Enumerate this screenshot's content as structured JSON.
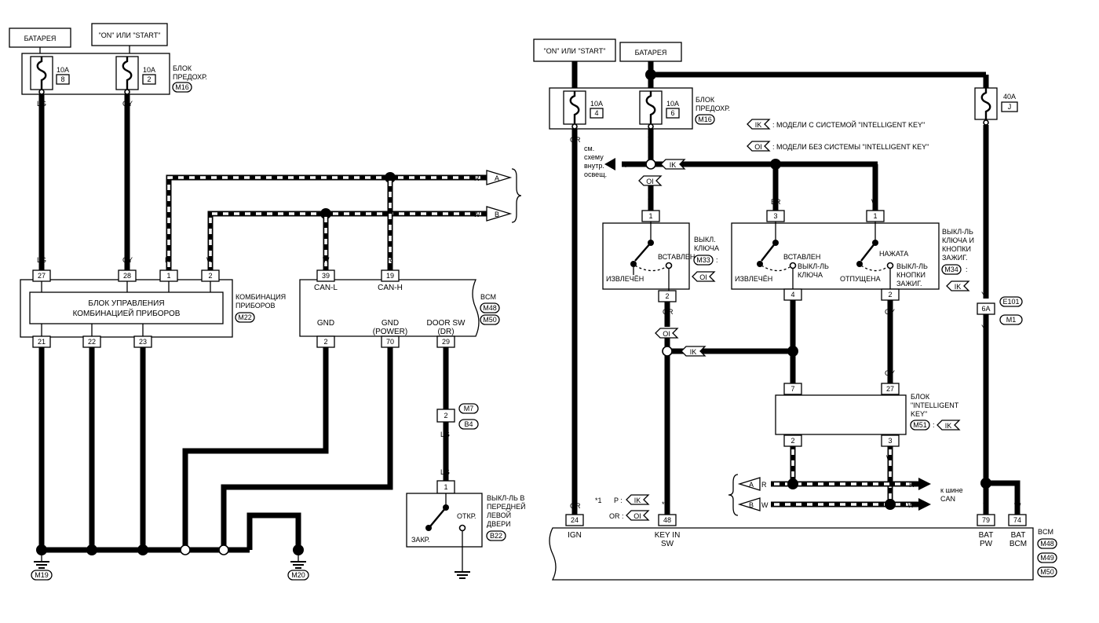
{
  "left": {
    "battery": "БАТАРЕЯ",
    "on_start": "\"ON\" ИЛИ \"START\"",
    "fuse_block": [
      "БЛОК",
      "ПРЕДОХР."
    ],
    "fuse_block_conn": "M16",
    "fuses": [
      {
        "rating": "10A",
        "num": "8"
      },
      {
        "rating": "10A",
        "num": "2"
      }
    ],
    "wires": {
      "lg": "LG",
      "gy": "GY",
      "r": "R",
      "w": "W",
      "b": "B",
      "l": "L"
    },
    "cluster_pins_top": [
      "27",
      "28",
      "1",
      "2"
    ],
    "cluster_pins_bottom": [
      "21",
      "22",
      "23"
    ],
    "cluster_unit": [
      "БЛОК УПРАВЛЕНИЯ",
      "КОМБИНАЦИЕЙ ПРИБОРОВ"
    ],
    "cluster_label": [
      "КОМБИНАЦИЯ",
      "ПРИБОРОВ"
    ],
    "cluster_conn": "M22",
    "bus_a": "A",
    "bus_b": "B",
    "bcm_pins_top": [
      "39",
      "19"
    ],
    "bcm_top_labels": [
      "CAN-L",
      "CAN-H"
    ],
    "bcm_pins_bottom": [
      "2",
      "70",
      "29"
    ],
    "bcm_bottom_labels": [
      "GND",
      "GND",
      "(POWER)",
      "DOOR SW",
      "(DR)"
    ],
    "bcm_label": "BCM",
    "bcm_conns": [
      "M48",
      "M50"
    ],
    "door_conn_pin": "2",
    "door_conns": [
      "M7",
      "B4"
    ],
    "door_switch_pin": "1",
    "door_switch_label": [
      "ВЫКЛ-ЛЬ В",
      "ПЕРЕДНЕЙ",
      "ЛЕВОЙ",
      "ДВЕРИ"
    ],
    "door_switch_conn": "B22",
    "door_open": "ОТКР.",
    "door_closed": "ЗАКР.",
    "grounds": [
      "M19",
      "M20"
    ]
  },
  "right": {
    "on_start": "\"ON\" ИЛИ \"START\"",
    "battery": "БАТАРЕЯ",
    "fuse_block": [
      "БЛОК",
      "ПРЕДОХР."
    ],
    "fuse_block_conn": "M16",
    "fuses": [
      {
        "rating": "10A",
        "num": "4"
      },
      {
        "rating": "10A",
        "num": "6"
      }
    ],
    "fuse_40a": {
      "rating": "40A",
      "num": "J"
    },
    "legend": [
      {
        "tag": "IK",
        "text": ": МОДЕЛИ С СИСТЕМОЙ \"INTELLIGENT KEY\""
      },
      {
        "tag": "OI",
        "text": ": МОДЕЛИ БЕЗ СИСТЕМЫ \"INTELLIGENT KEY\""
      }
    ],
    "see_interior": [
      "см.",
      "схему",
      "внутр.",
      "освещ."
    ],
    "wires": {
      "or": "OR",
      "y": "Y",
      "br": "BR",
      "w": "W",
      "p": "P",
      "gy": "GY",
      "r": "R"
    },
    "tags": {
      "ik": "IK",
      "oi": "OI"
    },
    "key_switch_pins": [
      "1",
      "2"
    ],
    "key_switch_label": [
      "ВЫКЛ.",
      "КЛЮЧА"
    ],
    "key_switch_conn": "M33",
    "inserted": "ВСТАВЛЕН",
    "removed": "ИЗВЛЕЧЁН",
    "combo_pins": [
      "3",
      "1",
      "4",
      "2"
    ],
    "combo_label": [
      "ВЫКЛ-ЛЬ",
      "КЛЮЧА И",
      "КНОПКИ",
      "ЗАЖИГ."
    ],
    "combo_conn": "M34",
    "key_sw_sub": [
      "ВЫКЛ-ЛЬ",
      "КЛЮЧА"
    ],
    "pressed": "НАЖАТА",
    "released": "ОТПУЩЕНА",
    "button_sub": [
      "ВЫКЛ-ЛЬ",
      "КНОПКИ",
      "ЗАЖИГ."
    ],
    "ik_pins_top": [
      "7",
      "27"
    ],
    "ik_pins_bottom": [
      "2",
      "3"
    ],
    "ik_label": [
      "БЛОК",
      "\"INTELLIGENT",
      "KEY\""
    ],
    "ik_conn": "M51",
    "to_can": [
      "к шине",
      "CAN"
    ],
    "bus_a": "A",
    "bus_b": "B",
    "e101": "E101",
    "m1": "M1",
    "pin_6a": "6A",
    "footnote_star": "*1",
    "footnote_p": "P :",
    "footnote_or": "OR :",
    "bcm_pins": [
      "24",
      "48",
      "79",
      "74"
    ],
    "bcm_pin_labels": [
      "IGN",
      "KEY IN",
      "SW",
      "BAT",
      "PW",
      "BAT",
      "BCM"
    ],
    "bcm_label": "BCM",
    "bcm_conns": [
      "M48",
      "M49",
      "M50"
    ]
  }
}
